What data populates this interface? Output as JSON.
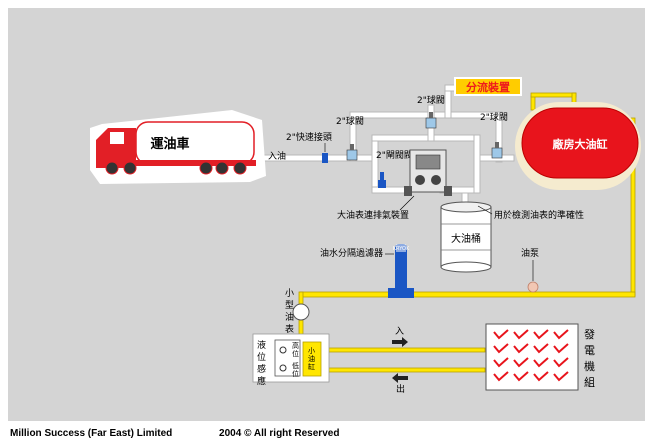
{
  "labels": {
    "tanker": "運油車",
    "inlet": "入油",
    "quick_coupling": "2\"快速接頭",
    "ball_valve_a": "2\"球閥",
    "ball_valve_b": "2\"球閥",
    "ball_valve_c": "2\"球閥",
    "gate_valve": "2\"閘閥閥",
    "diverter": "分流裝置",
    "room_tank": "廠房大油缸",
    "degas_meter": "大油表連排氣裝置",
    "accuracy_check": "用於檢測油表的準確性",
    "big_drum": "大油桶",
    "separator": "油水分隔過濾器",
    "pump": "油泵",
    "small_meter": [
      "小",
      "型",
      "油",
      "表"
    ],
    "level_sensor": [
      "液",
      "位",
      "感",
      "應"
    ],
    "high_level": [
      "高",
      "位"
    ],
    "low_level": [
      "低",
      "位"
    ],
    "small_tank": [
      "小",
      "油",
      "缸"
    ],
    "in_arrow": "入",
    "out_arrow": "出",
    "generator": [
      "發",
      "電",
      "機",
      "組"
    ],
    "filter_brand": "KRYOK"
  },
  "colors": {
    "background": "#d4d4d4",
    "pipe_white": "#ffffff",
    "pipe_yellow": "#ffe600",
    "tank_red": "#e8141c",
    "tank_cream": "#f5ebcf",
    "diverter_bg": "#ffcc00",
    "diverter_text": "#ee1c1c",
    "truck_red": "#e21f26",
    "generator_mark": "#e8141c",
    "filter_blue": "#1a56c4"
  },
  "footer": {
    "company": "Million Success (Far East) Limited",
    "copyright": "2004 © All right Reserved"
  }
}
